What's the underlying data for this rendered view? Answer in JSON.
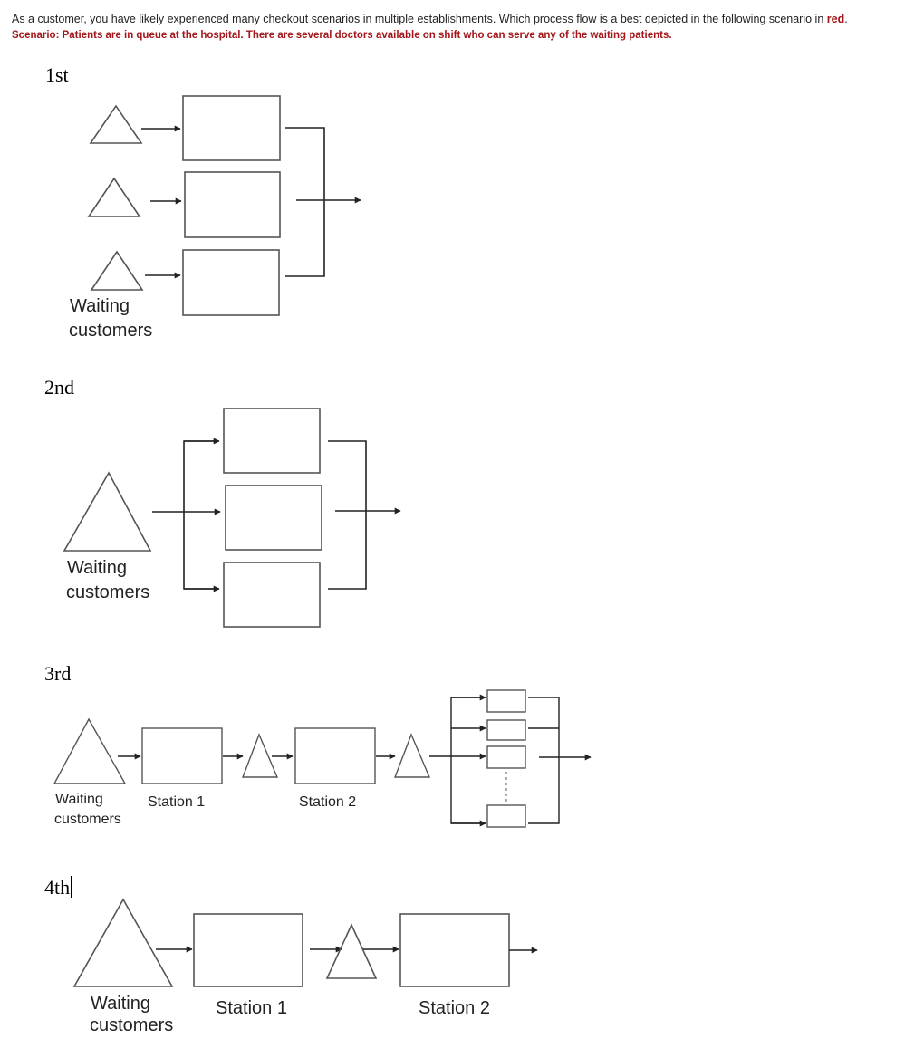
{
  "question": {
    "prefix": "As a customer, you have likely experienced many checkout scenarios in multiple establishments. Which process flow is a best depicted in the following scenario in ",
    "highlight": "red",
    "suffix": ".",
    "scenario": "Scenario: Patients are in queue at the hospital. There are several doctors available on shift who can serve any of the waiting patients."
  },
  "options": [
    {
      "heading": "1st",
      "waiting_line1": "Waiting",
      "waiting_line2": "customers"
    },
    {
      "heading": "2nd",
      "waiting_line1": "Waiting",
      "waiting_line2": "customers"
    },
    {
      "heading": "3rd",
      "waiting_line1": "Waiting",
      "waiting_line2": "customers",
      "station1": "Station 1",
      "station2": "Station 2"
    },
    {
      "heading": "4th",
      "waiting_line1": "Waiting",
      "waiting_line2": "customers",
      "station1": "Station 1",
      "station2": "Station 2"
    }
  ]
}
